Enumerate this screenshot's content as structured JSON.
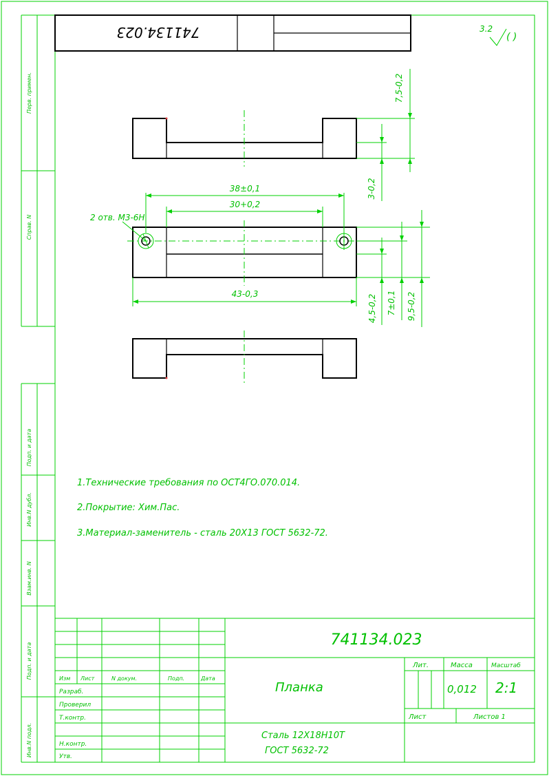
{
  "stamp_top": {
    "code_rotated": "741134.023"
  },
  "roughness": {
    "value": "3.2",
    "symbol": "( )"
  },
  "side_labels": [
    "Инв.N подл.",
    "Подп. и дата",
    "Взам.инв. N",
    "Инв.N дубл.",
    "Подп. и дата",
    "Справ. N",
    "Перв. примен."
  ],
  "dimensions": {
    "d_7_5": "7,5-0,2",
    "d_3": "3-0,2",
    "d_38": "38±0,1",
    "d_30": "30+0,2",
    "d_43": "43-0,3",
    "d_4_5": "4,5-0,2",
    "d_7": "7±0,1",
    "d_9_5": "9,5-0,2",
    "hole_note": "2 отв.  М3-6Н"
  },
  "notes": [
    "1.Технические требования по ОСТ4ГО.070.014.",
    "2.Покрытие: Хим.Пас.",
    "3.Материал-заменитель - сталь 20Х13 ГОСТ 5632-72."
  ],
  "title_block": {
    "doc_code": "741134.023",
    "part_name": "Планка",
    "material_line1": "Сталь 12Х18Н10Т",
    "material_line2": "ГОСТ 5632-72",
    "col_headers": [
      "Изм",
      "Лист",
      "N докум.",
      "Подп.",
      "Дата"
    ],
    "roles": [
      "Разраб.",
      "Проверил",
      "Т.контр.",
      "Н.контр.",
      "Утв."
    ],
    "lit_label": "Лит.",
    "mass_label": "Масса",
    "scale_label": "Масштаб",
    "mass_value": "0,012",
    "scale_value": "2:1",
    "sheet_label": "Лист",
    "sheets_label": "Листов 1"
  }
}
